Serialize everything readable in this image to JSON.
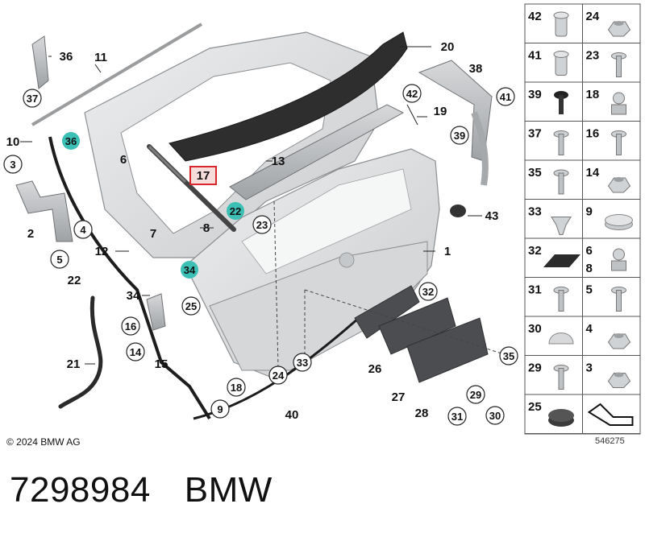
{
  "copyright": "© 2024 BMW AG",
  "figure_number": "546275",
  "footer": {
    "part_number": "7298984",
    "brand": "BMW"
  },
  "callouts": [
    {
      "id": "c1",
      "label": "1"
    },
    {
      "id": "c2",
      "label": "2"
    },
    {
      "id": "c3",
      "label": "3"
    },
    {
      "id": "c4",
      "label": "4"
    },
    {
      "id": "c5",
      "label": "5"
    },
    {
      "id": "c6",
      "label": "6"
    },
    {
      "id": "c7",
      "label": "7"
    },
    {
      "id": "c8",
      "label": "8"
    },
    {
      "id": "c9",
      "label": "9"
    },
    {
      "id": "c10",
      "label": "10"
    },
    {
      "id": "c11",
      "label": "11"
    },
    {
      "id": "c12",
      "label": "12"
    },
    {
      "id": "c13",
      "label": "13"
    },
    {
      "id": "c14",
      "label": "14"
    },
    {
      "id": "c15",
      "label": "15"
    },
    {
      "id": "c16",
      "label": "16"
    },
    {
      "id": "c17",
      "label": "17"
    },
    {
      "id": "c18",
      "label": "18"
    },
    {
      "id": "c19",
      "label": "19"
    },
    {
      "id": "c20",
      "label": "20"
    },
    {
      "id": "c21",
      "label": "21"
    },
    {
      "id": "c22a",
      "label": "22"
    },
    {
      "id": "c22b",
      "label": "22"
    },
    {
      "id": "c23",
      "label": "23"
    },
    {
      "id": "c24",
      "label": "24"
    },
    {
      "id": "c25",
      "label": "25"
    },
    {
      "id": "c26",
      "label": "26"
    },
    {
      "id": "c27",
      "label": "27"
    },
    {
      "id": "c28",
      "label": "28"
    },
    {
      "id": "c29",
      "label": "29"
    },
    {
      "id": "c30",
      "label": "30"
    },
    {
      "id": "c31",
      "label": "31"
    },
    {
      "id": "c32",
      "label": "32"
    },
    {
      "id": "c33",
      "label": "33"
    },
    {
      "id": "c34",
      "label": "34"
    },
    {
      "id": "c34b",
      "label": "34"
    },
    {
      "id": "c35",
      "label": "35"
    },
    {
      "id": "c36",
      "label": "36"
    },
    {
      "id": "c36b",
      "label": "36"
    },
    {
      "id": "c37",
      "label": "37"
    },
    {
      "id": "c38",
      "label": "38"
    },
    {
      "id": "c39",
      "label": "39"
    },
    {
      "id": "c40",
      "label": "40"
    },
    {
      "id": "c41",
      "label": "41"
    },
    {
      "id": "c42",
      "label": "42"
    },
    {
      "id": "c43",
      "label": "43"
    }
  ],
  "highlighted_part": "17",
  "parts_table": [
    [
      "42",
      "24"
    ],
    [
      "41",
      "23"
    ],
    [
      "39",
      "18"
    ],
    [
      "37",
      "16"
    ],
    [
      "35",
      "14"
    ],
    [
      "33",
      "9"
    ],
    [
      "32",
      "6"
    ],
    [
      "31",
      "5"
    ],
    [
      "30",
      "4"
    ],
    [
      "29",
      "3"
    ],
    [
      "25",
      ""
    ]
  ],
  "parts_table_extra": "8",
  "colors": {
    "highlight": "#d9262c",
    "teal": "#3cbfb4",
    "panel": "#e6e7e8",
    "spoiler": "#2e2e2e",
    "seal": "#1d1d1d"
  }
}
